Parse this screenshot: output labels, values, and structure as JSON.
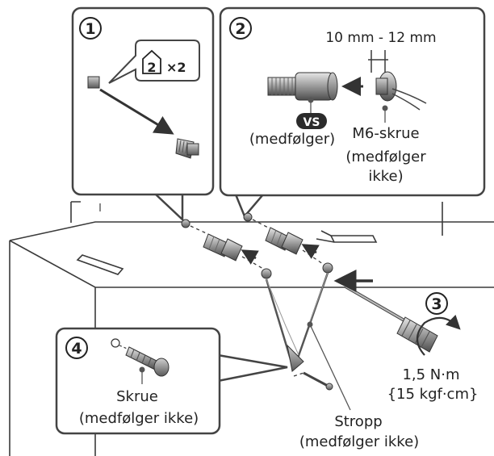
{
  "panel1": {
    "step_number": "1",
    "callout_step": "2",
    "callout_count": "×2"
  },
  "panel2": {
    "step_number": "2",
    "dimension": "10 mm - 12 mm",
    "vs_badge": "VS",
    "vs_note": "(medfølger)",
    "screw_name": "M6-skrue",
    "screw_note_line1": "(medfølger",
    "screw_note_line2": "ikke)"
  },
  "step3": {
    "step_number": "3",
    "torque_line1": "1,5 N·m",
    "torque_line2": "{15 kgf·cm}"
  },
  "panel4": {
    "step_number": "4",
    "screw_name": "Skrue",
    "screw_note": "(medfølger ikke)"
  },
  "strap": {
    "name": "Stropp",
    "note": "(medfølger ikke)"
  }
}
